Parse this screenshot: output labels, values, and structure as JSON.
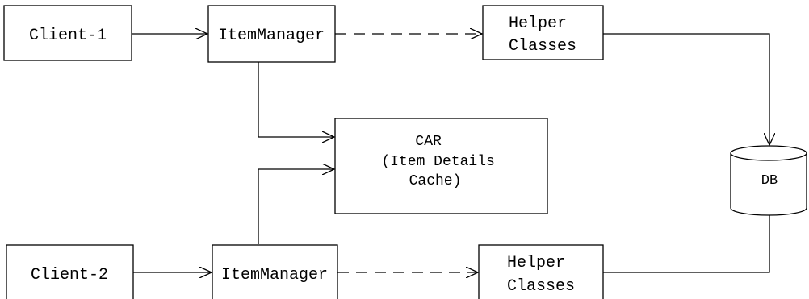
{
  "diagram": {
    "nodes": {
      "client_1": "Client-1",
      "item_manager_1": "ItemManager",
      "helper_1": [
        "Helper",
        "Classes"
      ],
      "car": [
        "CAR",
        "(Item Details",
        "Cache)"
      ],
      "db": "DB",
      "client_2": "Client-2",
      "item_manager_2": "ItemManager",
      "helper_2": [
        "Helper",
        "Classes"
      ]
    },
    "edges": [
      {
        "from": "client_1",
        "to": "item_manager_1",
        "style": "solid"
      },
      {
        "from": "item_manager_1",
        "to": "helper_1",
        "style": "dashed"
      },
      {
        "from": "helper_1",
        "to": "db",
        "style": "solid"
      },
      {
        "from": "item_manager_1",
        "to": "car",
        "style": "solid"
      },
      {
        "from": "item_manager_2",
        "to": "car",
        "style": "solid"
      },
      {
        "from": "client_2",
        "to": "item_manager_2",
        "style": "solid"
      },
      {
        "from": "item_manager_2",
        "to": "helper_2",
        "style": "dashed"
      },
      {
        "from": "helper_2",
        "to": "db",
        "style": "solid"
      }
    ]
  }
}
